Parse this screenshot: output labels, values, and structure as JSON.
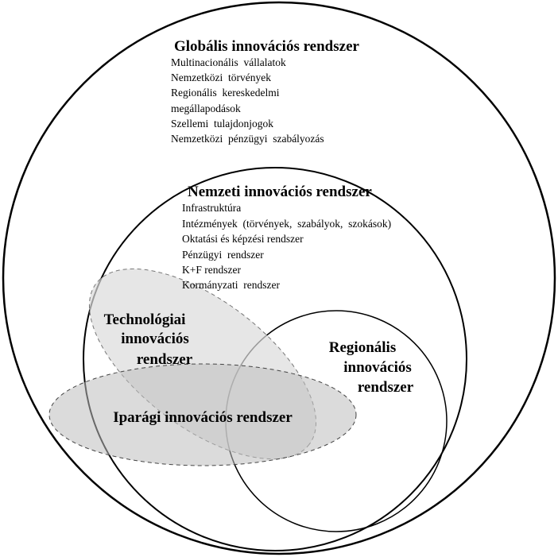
{
  "global": {
    "title": "Globális innovációs rendszer",
    "items": [
      "Multinacionális  vállalatok",
      "Nemzetközi  törvények",
      "Regionális  kereskedelmi",
      "megállapodások",
      "Szellemi  tulajdonjogok",
      "Nemzetközi  pénzügyi  szabályozás"
    ]
  },
  "national": {
    "title": "Nemzeti innovációs rendszer",
    "items": [
      "Infrastruktúra",
      "Intézmények  (törvények,  szabályok,  szokások)",
      "Oktatási és képzési rendszer",
      "Pénzügyi  rendszer",
      "K+F rendszer",
      "Kormányzati  rendszer"
    ]
  },
  "technological": {
    "lines": [
      "Technológiai",
      "innovációs",
      "rendszer"
    ]
  },
  "regional": {
    "lines": [
      "Regionális",
      "innovációs",
      "rendszer"
    ]
  },
  "sectoral": {
    "label": "Iparági innovációs rendszer"
  },
  "colors": {
    "outline": "#000000",
    "tech_fill": "#dcdcdc",
    "sector_fill": "#cfcfcf",
    "text": "#000000"
  }
}
